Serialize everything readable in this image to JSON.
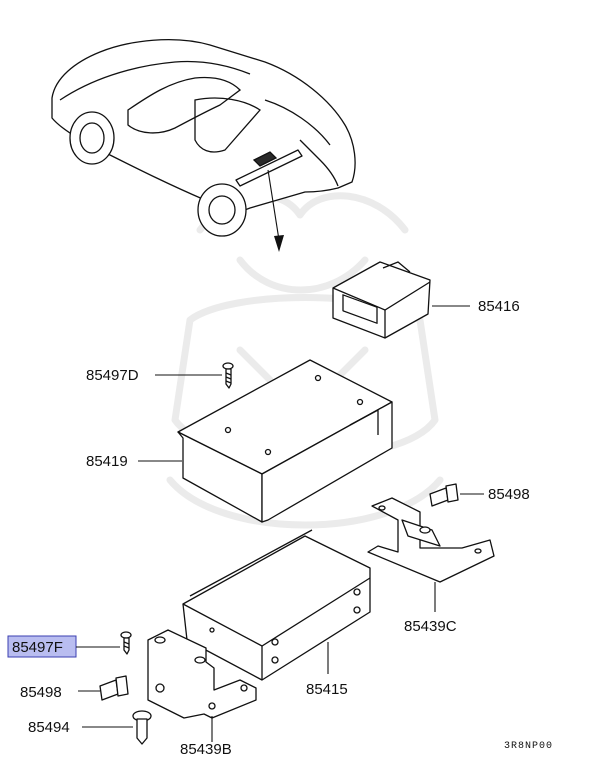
{
  "labels": {
    "p85416": "85416",
    "p85497D": "85497D",
    "p85419": "85419",
    "p85498_top": "85498",
    "p85439C": "85439C",
    "p85497F": "85497F",
    "p85415": "85415",
    "p85498_bottom": "85498",
    "p85494": "85494",
    "p85439B": "85439B"
  },
  "diagram_code": "3R8NP00",
  "highlight": {
    "fill": "#b9bdf0",
    "border": "#3b3fb0"
  }
}
